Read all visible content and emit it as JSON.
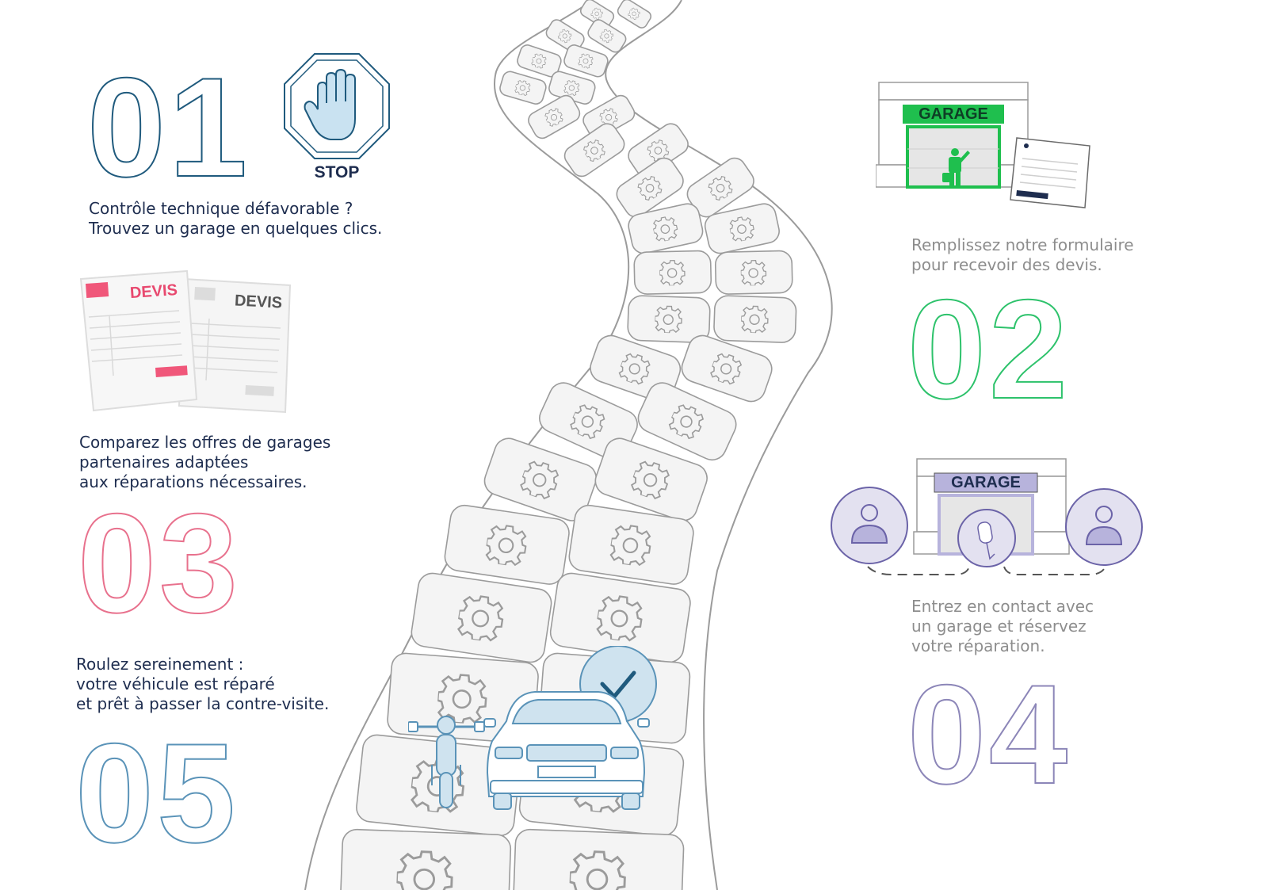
{
  "colors": {
    "step1": "#1f5a7d",
    "step2": "#2dc26b",
    "step3": "#e8718d",
    "step4": "#8c86b8",
    "step5": "#5a93b8",
    "road": "#9b9b9b",
    "tile_fill": "#f1f1f1",
    "text_dark": "#1e2d4f",
    "text_grey": "#8d8d8d",
    "garage_green": "#1fbf4e",
    "garage_purple": "#b7b3dc",
    "car_blue": "#cfe3ef",
    "devis_pink": "#f0577a"
  },
  "steps": {
    "s1": {
      "number": "01",
      "text": "Contrôle technique défavorable ?\nTrouvez un garage en quelques clics."
    },
    "s2": {
      "number": "02",
      "text": "Remplissez notre formulaire\npour recevoir des devis."
    },
    "s3": {
      "number": "03",
      "text": "Comparez les offres de garages\npartenaires adaptées\naux réparations nécessaires."
    },
    "s4": {
      "number": "04",
      "text": "Entrez en contact avec\nun garage et réservez\nvotre réparation."
    },
    "s5": {
      "number": "05",
      "text": "Roulez sereinement :\nvotre véhicule est réparé\net prêt à passer la contre-visite."
    }
  },
  "illustrations": {
    "stop_sign": {
      "icon": "hand-stop-icon",
      "label": "STOP"
    },
    "garage_form": {
      "icon": "garage-icon",
      "sign": "GARAGE",
      "doc_icon": "form-document-icon"
    },
    "devis_docs": {
      "icon": "quote-document-icon",
      "label_left": "DEVIS",
      "label_right": "DEVIS"
    },
    "garage_contact": {
      "icon": "garage-icon",
      "sign": "GARAGE",
      "person_icon": "user-icon",
      "key_icon": "key-icon"
    },
    "vehicles": {
      "car_icon": "car-icon",
      "moto_icon": "motorcycle-icon",
      "check_icon": "check-icon"
    }
  }
}
